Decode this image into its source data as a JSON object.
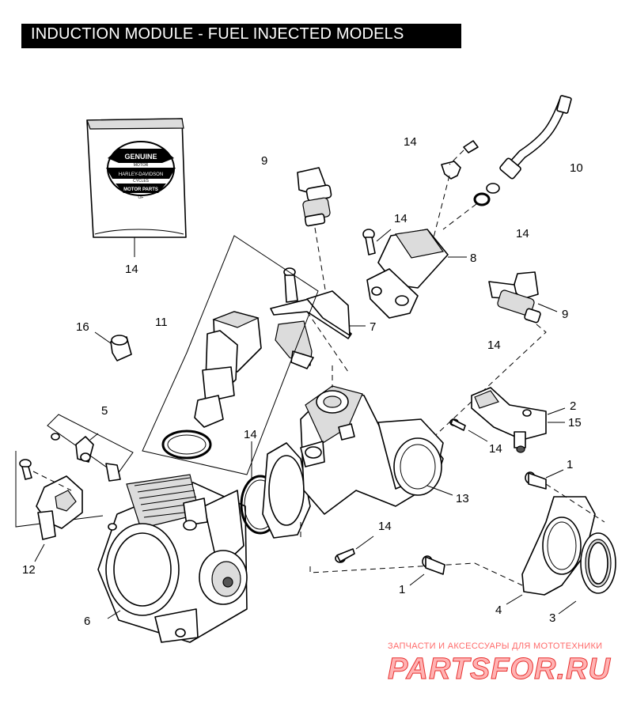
{
  "title": "INDUCTION MODULE - FUEL INJECTED MODELS",
  "callouts": [
    "14",
    "14",
    "14",
    "14",
    "14",
    "14",
    "14",
    "14",
    "14",
    "9",
    "10",
    "8",
    "9",
    "7",
    "11",
    "16",
    "5",
    "2",
    "15",
    "12",
    "13",
    "1",
    "1",
    "4",
    "3",
    "6"
  ],
  "parts_kit_label": {
    "line1": "GENUINE",
    "line2": "MOTOR",
    "line3": "HARLEY-DAVIDSON",
    "line4": "CYCLES",
    "line5": "MOTOR PARTS",
    "line6": "OF"
  },
  "watermark": {
    "subtitle": "ЗАПЧАСТИ И АКСЕССУАРЫ ДЛЯ МОТОТЕХНИКИ",
    "logo": "PARTSFOR.RU"
  },
  "colors": {
    "title_bg": "#000000",
    "title_fg": "#ffffff",
    "watermark": "#e8302f"
  }
}
